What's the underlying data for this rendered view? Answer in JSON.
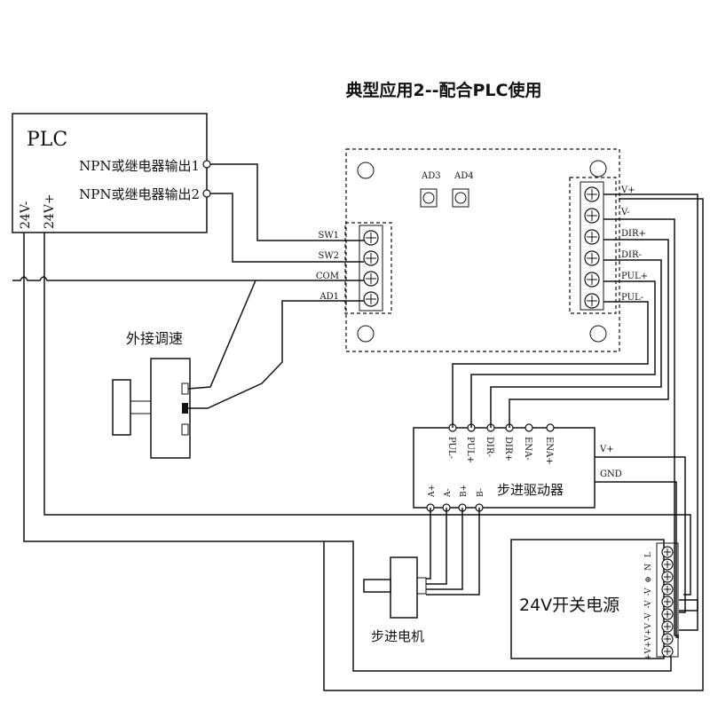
{
  "title": "典型应用2--配合PLC使用",
  "plc": {
    "name": "PLC",
    "out1": "NPN或继电器输出1",
    "out2": "NPN或继电器输出2",
    "v_minus": "24V-",
    "v_plus": "24V+"
  },
  "controller": {
    "pot1": "AD3",
    "pot2": "AD4",
    "left_terminals": [
      "SW1",
      "SW2",
      "COM",
      "AD1"
    ],
    "right_terminals": [
      "V+",
      "V-",
      "DIR+",
      "DIR-",
      "PUL+",
      "PUL-"
    ]
  },
  "speed_knob": {
    "label": "外接调速"
  },
  "driver": {
    "name": "步进驱动器",
    "top_terminals": [
      "PUL-",
      "PUL+",
      "DIR-",
      "DIR+",
      "ENA-",
      "ENA+"
    ],
    "motor_terminals": [
      "A+",
      "A-",
      "B+",
      "B-"
    ],
    "power_vplus": "V+",
    "power_gnd": "GND"
  },
  "motor": {
    "label": "步进电机"
  },
  "power_supply": {
    "name": "24V开关电源",
    "terminals": [
      "L",
      "N",
      "⊕",
      "-V",
      "-V",
      "-V",
      "+V",
      "+V",
      "+V"
    ]
  }
}
